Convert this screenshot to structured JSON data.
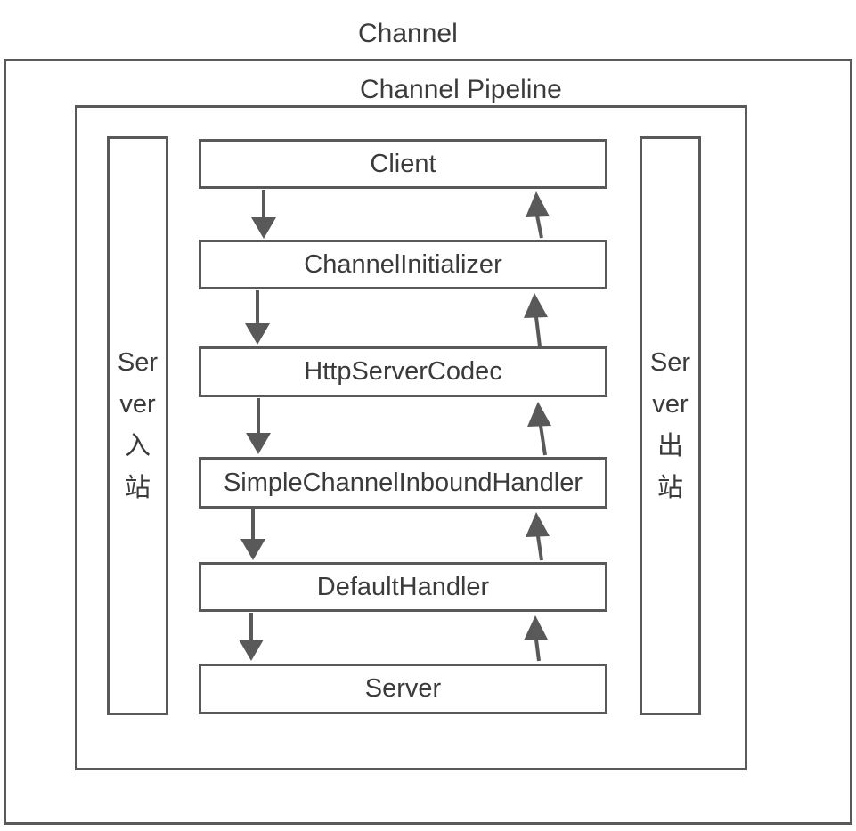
{
  "diagram": {
    "title": "Channel",
    "pipeline_label": "Channel Pipeline",
    "inbound_lane": {
      "label": "Server入站",
      "lines": [
        "Ser",
        "ver",
        "入",
        "站"
      ]
    },
    "outbound_lane": {
      "label": "Server出站",
      "lines": [
        "Ser",
        "ver",
        "出",
        "站"
      ]
    },
    "handlers": [
      "Client",
      "ChannelInitializer",
      "HttpServerCodec",
      "SimpleChannelInboundHandler",
      "DefaultHandler",
      "Server"
    ],
    "colors": {
      "border": "#595959",
      "arrow": "#595959",
      "text": "#3b3b3b",
      "background": "#ffffff"
    }
  }
}
